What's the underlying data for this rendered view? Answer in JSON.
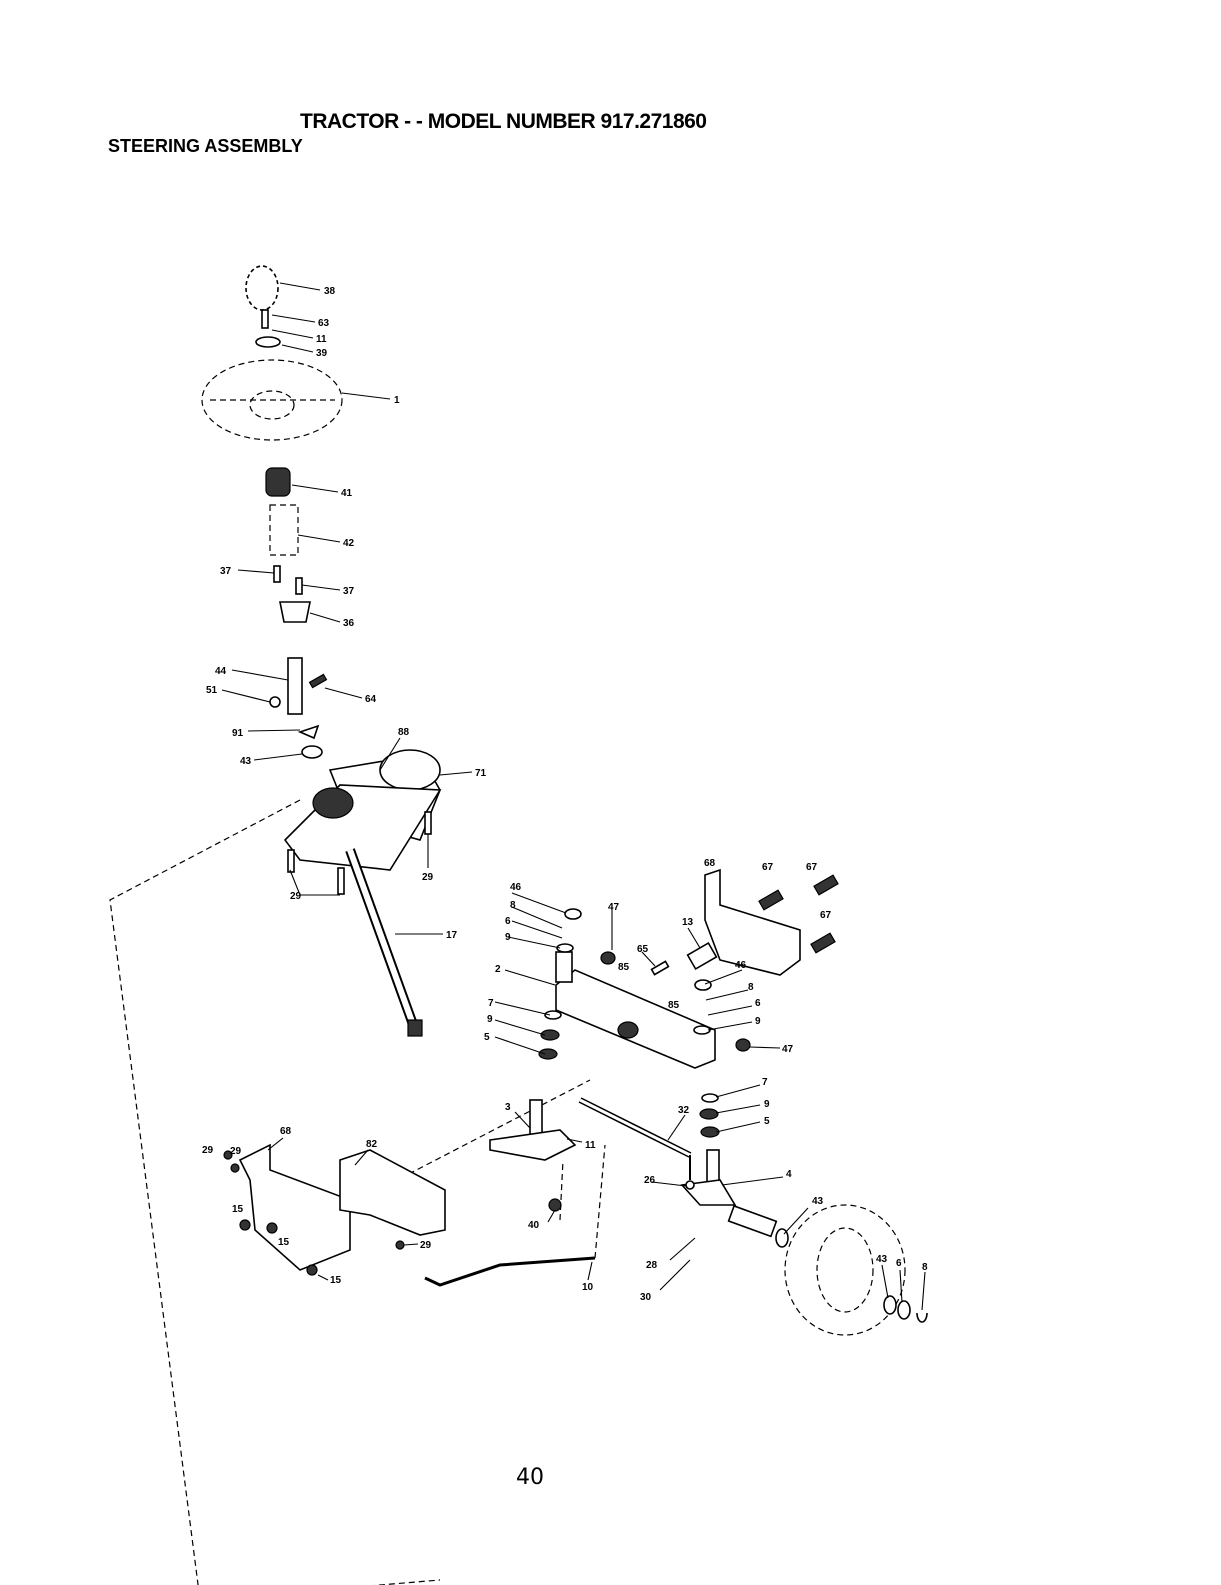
{
  "header": {
    "title": "TRACTOR - - MODEL NUMBER 917.271860",
    "subtitle": "STEERING ASSEMBLY"
  },
  "footer": {
    "page_number": "40"
  },
  "callouts": [
    "38",
    "63",
    "11",
    "39",
    "1",
    "41",
    "42",
    "37",
    "37",
    "36",
    "44",
    "51",
    "64",
    "91",
    "88",
    "43",
    "71",
    "29",
    "29",
    "29",
    "17",
    "68",
    "67",
    "67",
    "67",
    "46",
    "8",
    "47",
    "6",
    "13",
    "9",
    "65",
    "85",
    "46",
    "8",
    "2",
    "6",
    "7",
    "85",
    "9",
    "9",
    "5",
    "47",
    "7",
    "9",
    "3",
    "32",
    "5",
    "68",
    "82",
    "11",
    "29",
    "26",
    "4",
    "43",
    "15",
    "15",
    "40",
    "29",
    "43",
    "28",
    "6",
    "15",
    "10",
    "30",
    "8"
  ]
}
